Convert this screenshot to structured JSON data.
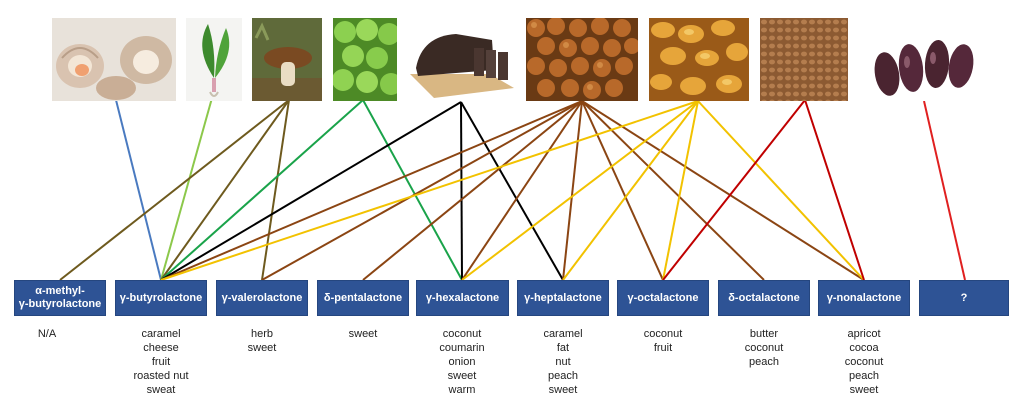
{
  "colors": {
    "box": "#2e5395",
    "scallop": "#4a7ac0",
    "wild_garlic": "#8cc84b",
    "mushroom": "#6e5a1e",
    "apple": "#1aa34a",
    "bread": "#000000",
    "hazelnut": "#8b4513",
    "raisin": "#f2c200",
    "buckwheat": "#c00000",
    "sausage": "#e02020"
  },
  "foods": [
    {
      "id": "scallop",
      "icon": "scallop-photo"
    },
    {
      "id": "wild_garlic",
      "icon": "wild-garlic-photo"
    },
    {
      "id": "mushroom",
      "icon": "porcini-mushroom-photo"
    },
    {
      "id": "apple",
      "icon": "green-apples-photo"
    },
    {
      "id": "bread",
      "icon": "rye-bread-photo"
    },
    {
      "id": "hazelnut",
      "icon": "hazelnuts-photo"
    },
    {
      "id": "raisin",
      "icon": "raisins-photo"
    },
    {
      "id": "buckwheat",
      "icon": "buckwheat-photo"
    },
    {
      "id": "sausage",
      "icon": "blood-sausage-photo"
    }
  ],
  "compounds": [
    {
      "name_line1": "α-methyl-",
      "name_line2": "γ-butyrolactone",
      "descriptors": [
        "N/A"
      ]
    },
    {
      "name_line1": "γ-butyrolactone",
      "name_line2": "",
      "descriptors": [
        "caramel",
        "cheese",
        "fruit",
        "roasted nut",
        "sweat"
      ]
    },
    {
      "name_line1": "γ-valerolactone",
      "name_line2": "",
      "descriptors": [
        "herb",
        "sweet"
      ]
    },
    {
      "name_line1": "δ-pentalactone",
      "name_line2": "",
      "descriptors": [
        "sweet"
      ]
    },
    {
      "name_line1": "γ-hexalactone",
      "name_line2": "",
      "descriptors": [
        "coconut",
        "coumarin",
        "onion",
        "sweet",
        "warm"
      ]
    },
    {
      "name_line1": "γ-heptalactone",
      "name_line2": "",
      "descriptors": [
        "caramel",
        "fat",
        "nut",
        "peach",
        "sweet"
      ]
    },
    {
      "name_line1": "γ-octalactone",
      "name_line2": "",
      "descriptors": [
        "coconut",
        "fruit"
      ]
    },
    {
      "name_line1": "δ-octalactone",
      "name_line2": "",
      "descriptors": [
        "butter",
        "coconut",
        "peach"
      ]
    },
    {
      "name_line1": "γ-nonalactone",
      "name_line2": "",
      "descriptors": [
        "apricot",
        "cocoa",
        "coconut",
        "peach",
        "sweet"
      ]
    },
    {
      "name_line1": "?",
      "name_line2": "",
      "descriptors": []
    }
  ],
  "links": [
    {
      "food": "scallop",
      "compound": 1
    },
    {
      "food": "wild_garlic",
      "compound": 1
    },
    {
      "food": "mushroom",
      "compound": 0
    },
    {
      "food": "mushroom",
      "compound": 1
    },
    {
      "food": "mushroom",
      "compound": 2
    },
    {
      "food": "apple",
      "compound": 1
    },
    {
      "food": "apple",
      "compound": 4
    },
    {
      "food": "bread",
      "compound": 1
    },
    {
      "food": "bread",
      "compound": 4
    },
    {
      "food": "bread",
      "compound": 5
    },
    {
      "food": "hazelnut",
      "compound": 1
    },
    {
      "food": "hazelnut",
      "compound": 2
    },
    {
      "food": "hazelnut",
      "compound": 3
    },
    {
      "food": "hazelnut",
      "compound": 4
    },
    {
      "food": "hazelnut",
      "compound": 5
    },
    {
      "food": "hazelnut",
      "compound": 6
    },
    {
      "food": "hazelnut",
      "compound": 7
    },
    {
      "food": "hazelnut",
      "compound": 8
    },
    {
      "food": "raisin",
      "compound": 1
    },
    {
      "food": "raisin",
      "compound": 4
    },
    {
      "food": "raisin",
      "compound": 5
    },
    {
      "food": "raisin",
      "compound": 6
    },
    {
      "food": "raisin",
      "compound": 8
    },
    {
      "food": "buckwheat",
      "compound": 6
    },
    {
      "food": "buckwheat",
      "compound": 8
    },
    {
      "food": "sausage",
      "compound": 9
    }
  ]
}
